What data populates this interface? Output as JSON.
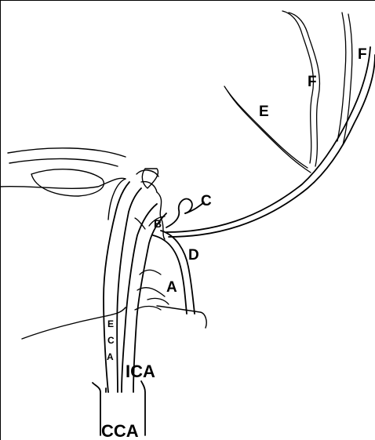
{
  "labels": {
    "cca": "CCA",
    "ica": "ICA",
    "a_branch": "A",
    "b_branch": "B",
    "c_branch": "C",
    "d_branch": "D",
    "e_branch": "E",
    "f_branch_left": "F",
    "f_branch_right": "F",
    "ica_e": "E",
    "ica_c": "C",
    "ica_a": "A"
  }
}
